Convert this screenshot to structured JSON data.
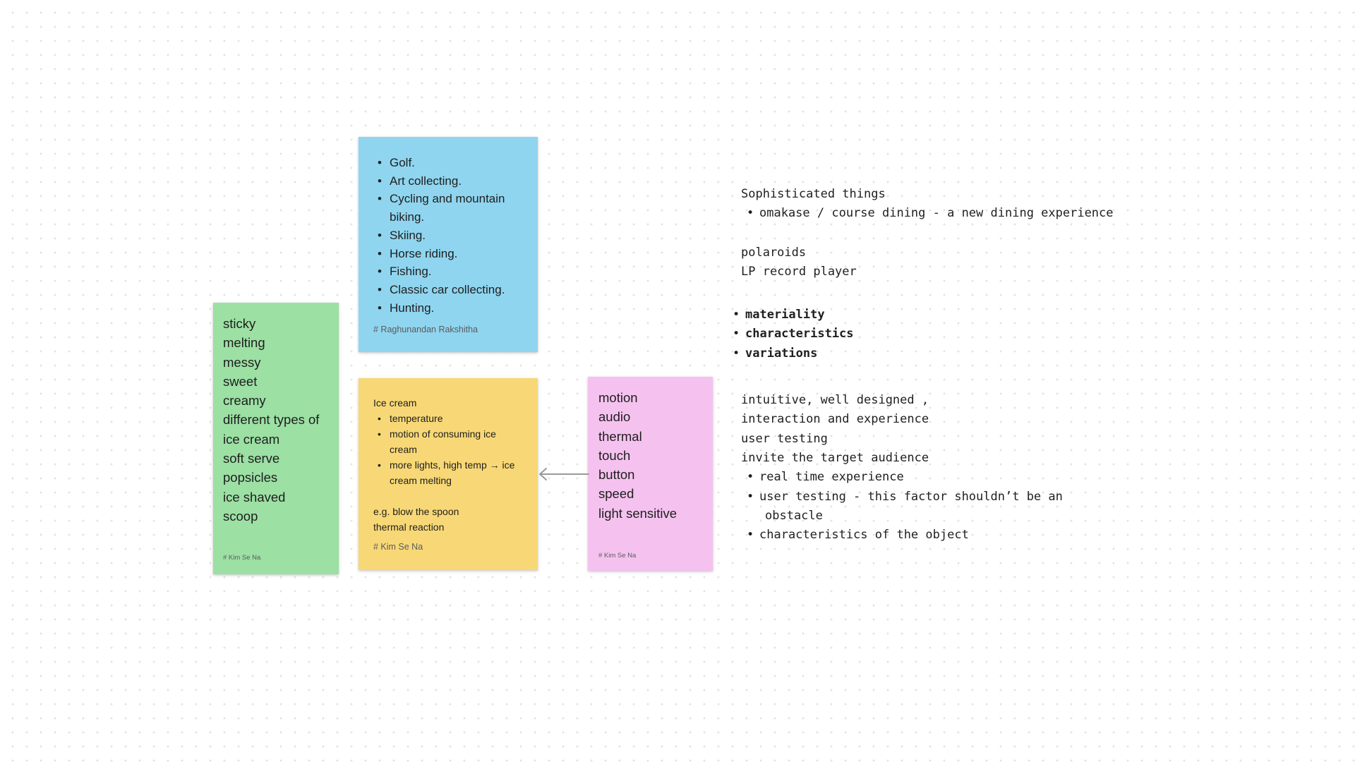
{
  "canvas": {
    "background_color": "#ffffff",
    "dot_color": "#e3e3e3"
  },
  "notes": {
    "green": {
      "color": "#9ce0a4",
      "words": [
        "sticky",
        "melting",
        "messy",
        "sweet",
        "creamy",
        "different types of",
        "ice cream",
        "soft serve",
        "popsicles",
        "ice shaved",
        "scoop"
      ],
      "author": "# Kim Se Na"
    },
    "blue": {
      "color": "#8fd5ef",
      "items": [
        "Golf.",
        "Art collecting.",
        "Cycling and mountain biking.",
        "Skiing.",
        "Horse riding.",
        "Fishing.",
        "Classic car collecting.",
        "Hunting."
      ],
      "author": "# Raghunandan Rakshitha"
    },
    "yellow": {
      "color": "#f8d876",
      "title": "Ice cream",
      "items": [
        "temperature",
        "motion of consuming ice cream",
        "more lights, high temp → ice cream melting"
      ],
      "lines": [
        "e.g. blow the spoon",
        "thermal reaction"
      ],
      "author": "# Kim Se Na"
    },
    "pink": {
      "color": "#f5c2ef",
      "words": [
        "motion",
        "audio",
        "thermal",
        "touch",
        "button",
        "speed",
        "light sensitive"
      ],
      "author": "# Kim Se Na"
    }
  },
  "connector": {
    "icon": "arrow-left-icon",
    "from": "pink",
    "to": "yellow"
  },
  "text_block": {
    "heading_1": "Sophisticated things",
    "sub_1": "omakase / course dining - a new dining experience",
    "line_polaroids": "polaroids",
    "line_lp": "LP record player",
    "bold_items": [
      "materiality",
      "characteristics",
      "variations"
    ],
    "para_1": "intuitive, well designed ,",
    "para_2": "interaction and experience",
    "para_3": "user testing",
    "para_4": "invite the target audience",
    "sub_a": "real time experience",
    "sub_b_1": "user testing - this factor shouldn’t be an",
    "sub_b_2": "obstacle",
    "sub_c": "characteristics of the object",
    "bullet_glyph": "•"
  }
}
